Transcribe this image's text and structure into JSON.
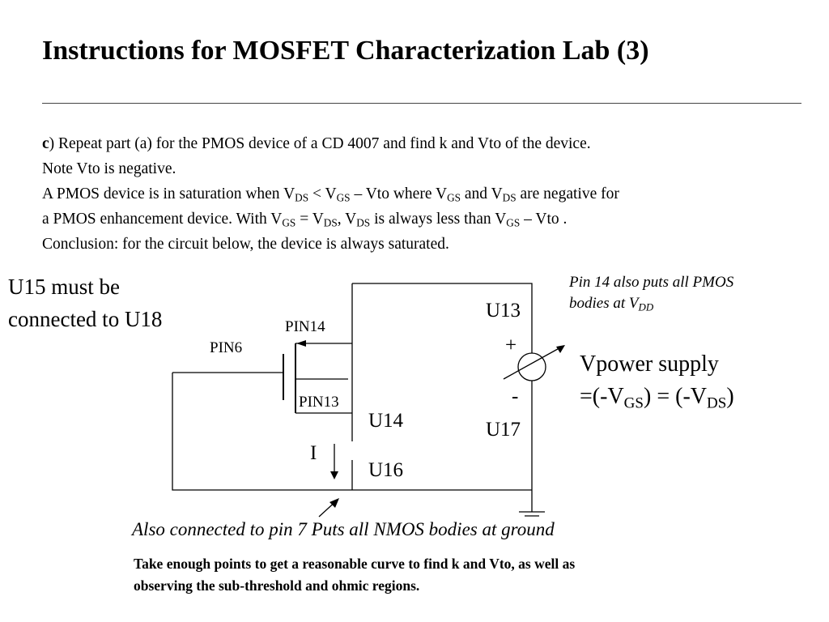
{
  "title": "Instructions for MOSFET Characterization Lab (3)",
  "body": {
    "part_letter": "c",
    "line1_after": ") Repeat part (a) for the PMOS device of a CD 4007 and find k and Vto of the device.",
    "line2": "Note Vto is negative.",
    "line3": {
      "t1": "A PMOS device is in saturation when V",
      "s1": "DS",
      "t2": " < V",
      "s2": "GS",
      "t3": " – Vto where V",
      "s3": "GS",
      "t4": " and V",
      "s4": "DS",
      "t5": " are negative for"
    },
    "line4": {
      "t1": "a PMOS enhancement device.  With V",
      "s1": "GS",
      "t2": " = V",
      "s2": "DS",
      "t3": ", V",
      "s3": "DS",
      "t4": " is always less than V",
      "s4": "GS",
      "t5": " – Vto ."
    },
    "line5": "Conclusion:  for the circuit below, the device is always saturated."
  },
  "labels": {
    "u15_line1": "U15 must be",
    "u15_line2": "connected to U18",
    "pin14": "PIN14",
    "pin6": "PIN6",
    "pin13": "PIN13",
    "u13": "U13",
    "plus": "+",
    "minus": "-",
    "u17": "U17",
    "u14": "U14",
    "u16": "U16",
    "current": "I",
    "pin14_note_line1": "Pin 14 also  puts all PMOS",
    "pin14_note_line2_t": "bodies at V",
    "pin14_note_line2_s": "DD",
    "vpower_line1": "Vpower supply",
    "vpower_line2": {
      "t1": "=(-V",
      "s1": "GS",
      "t2": ") = (-V",
      "s2": "DS",
      "t3": ")"
    },
    "nmos_note": "Also connected to pin 7 Puts all NMOS bodies at ground",
    "instruction_line1": "Take enough points to get a reasonable curve to find k and Vto, as well as",
    "instruction_line2": "observing the sub-threshold and ohmic regions."
  },
  "colors": {
    "ink": "#000000",
    "rule": "#444444"
  }
}
